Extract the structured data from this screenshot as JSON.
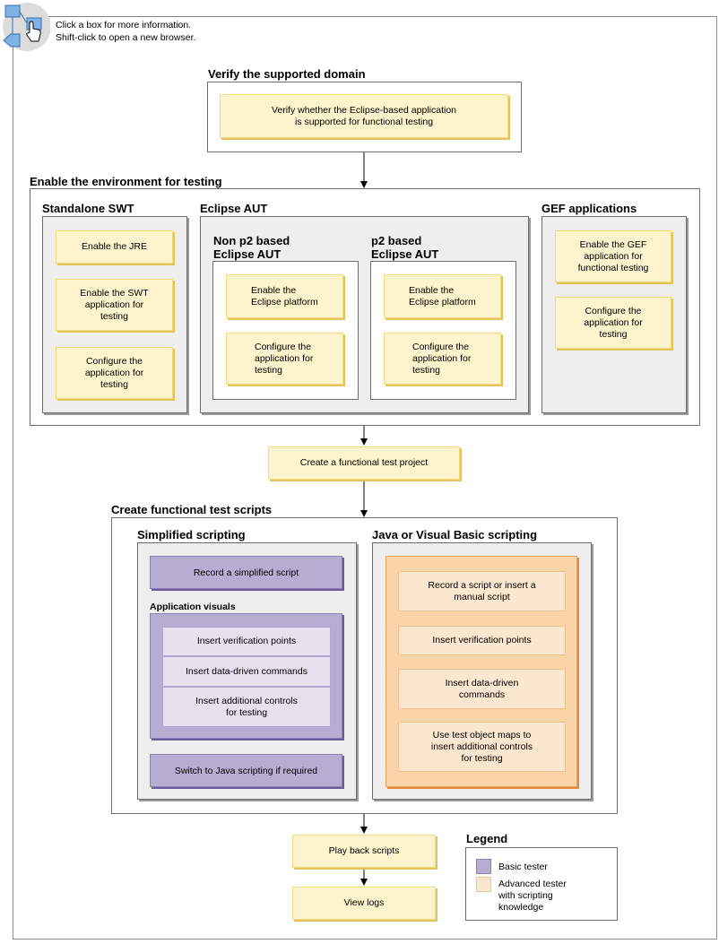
{
  "header": {
    "line1": "Click a box for more information.",
    "line2": "Shift-click to open a new browser."
  },
  "verify": {
    "title": "Verify the supported domain",
    "box": "Verify whether the Eclipse-based application\nis supported for functional testing"
  },
  "enable": {
    "title": "Enable the environment for testing",
    "standalone": {
      "title": "Standalone SWT",
      "items": [
        "Enable the JRE",
        "Enable the SWT\napplication for\ntesting",
        "Configure the\napplication for\ntesting"
      ]
    },
    "eclipse": {
      "title": "Eclipse AUT",
      "nonp2": {
        "title": "Non p2 based\nEclipse AUT",
        "items": [
          "Enable the\nEclipse platform",
          "Configure the\napplication for\ntesting"
        ]
      },
      "p2": {
        "title": "p2 based\nEclipse AUT",
        "items": [
          "Enable the\nEclipse platform",
          "Configure the\napplication for\ntesting"
        ]
      }
    },
    "gef": {
      "title": "GEF applications",
      "items": [
        "Enable the GEF\napplication for\nfunctional testing",
        "Configure the\napplication for\ntesting"
      ]
    }
  },
  "project": {
    "label": "Create a functional test project"
  },
  "scripts": {
    "title": "Create functional test scripts",
    "simplified": {
      "title": "Simplified scripting",
      "record": "Record a simplified script",
      "visuals_title": "Application visuals",
      "visuals": [
        "Insert verification points",
        "Insert data-driven commands",
        "Insert additional controls\nfor testing"
      ],
      "switch": "Switch to Java scripting if required"
    },
    "java": {
      "title": "Java or Visual Basic scripting",
      "items": [
        "Record a script or insert a\nmanual script",
        "Insert verification points",
        "Insert data-driven\ncommands",
        "Use test object maps to\ninsert additional controls\nfor testing"
      ]
    }
  },
  "playback": {
    "label": "Play back scripts"
  },
  "logs": {
    "label": "View logs"
  },
  "legend": {
    "title": "Legend",
    "basic": "Basic tester",
    "advanced": "Advanced tester\nwith scripting\nknowledge",
    "colors": {
      "basic": "#b6add2",
      "advanced": "#fbe6cf"
    }
  },
  "icons": [
    "flow-navigation-icon"
  ]
}
